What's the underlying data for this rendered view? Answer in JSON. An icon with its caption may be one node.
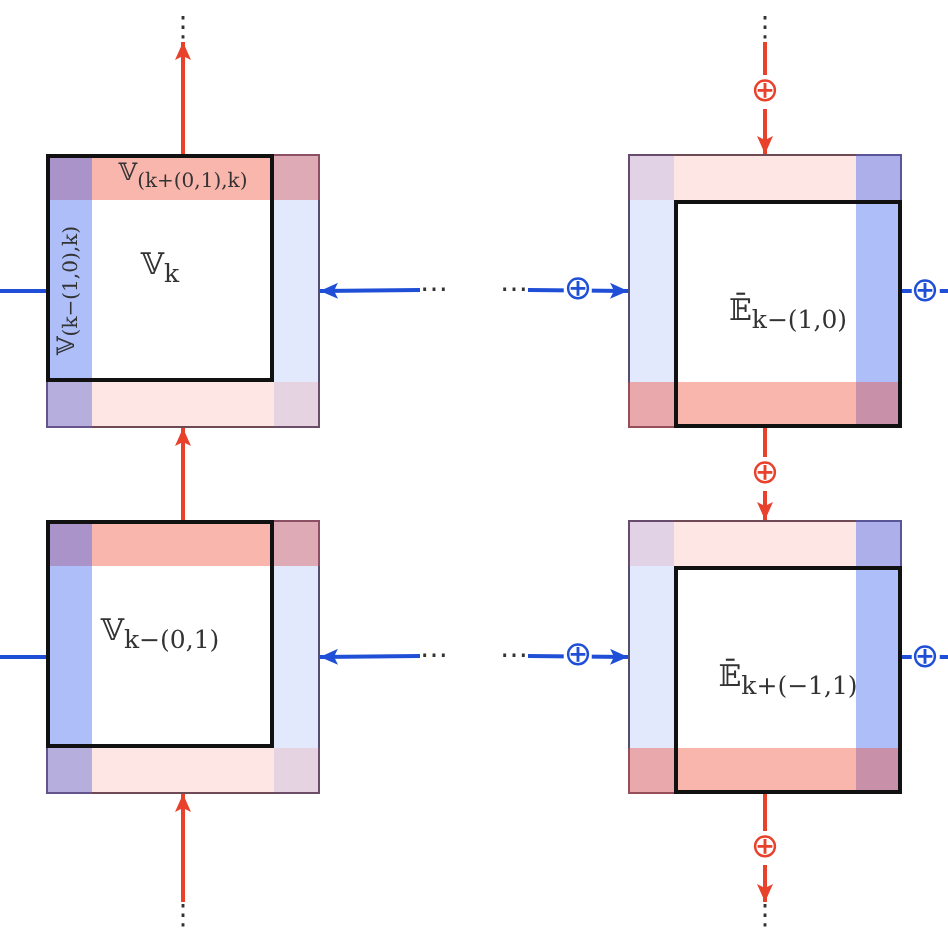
{
  "diagram": {
    "nodes": [
      {
        "text": [],
        "shape": "box"
      },
      {
        "text": [
          "𝕍$_{(k+(0,1),k)}$"
        ],
        "in": 0
      },
      {
        "text": [
          "𝕍$_{(k−(1,0),k)}$"
        ],
        "in": 0
      },
      {
        "text": [
          "𝕍$_{k}$"
        ],
        "in": 0
      },
      {
        "text": [],
        "shape": "bar",
        "in": 0
      },
      {
        "text": [],
        "shape": "bar",
        "in": 0
      },
      {
        "text": [],
        "shape": "box"
      },
      {
        "text": [],
        "shape": "bar",
        "in": 6
      },
      {
        "text": [],
        "shape": "bar",
        "in": 6
      },
      {
        "text": [
          "𝔼̄$_{k−(1,0)}$"
        ],
        "in": 6
      },
      {
        "text": [],
        "shape": "bar",
        "in": 6
      },
      {
        "text": [],
        "shape": "bar",
        "in": 6
      },
      {
        "text": [],
        "shape": "box"
      },
      {
        "text": [],
        "shape": "bar",
        "in": 12
      },
      {
        "text": [],
        "shape": "bar",
        "in": 12
      },
      {
        "text": [
          "𝕍$_{k−(0,1)}$"
        ],
        "in": 12
      },
      {
        "text": [],
        "shape": "bar",
        "in": 12
      },
      {
        "text": [],
        "shape": "bar",
        "in": 12
      },
      {
        "text": [],
        "shape": "box"
      },
      {
        "text": [],
        "shape": "bar",
        "in": 18
      },
      {
        "text": [],
        "shape": "bar",
        "in": 18
      },
      {
        "text": [
          "𝔼̄$_{k+(−1,1)}$"
        ],
        "in": 18
      },
      {
        "text": [],
        "shape": "bar",
        "in": 18
      },
      {
        "text": [],
        "shape": "bar",
        "in": 18
      },
      {
        "text": [
          "⋮"
        ]
      },
      {
        "text": [
          "⋮"
        ]
      },
      {
        "text": [
          "⋯"
        ]
      },
      {
        "text": [
          "⋯"
        ]
      },
      {
        "text": [
          "⋯"
        ]
      },
      {
        "text": [
          "⋯"
        ]
      },
      {
        "text": [
          "⋮"
        ]
      },
      {
        "text": [
          "⋮"
        ]
      }
    ],
    "edges": [
      {
        "from": 0,
        "to": 24,
        "arrow": "to",
        "color": "#e8412c"
      },
      {
        "from": 0,
        "to": null,
        "arrow": "none",
        "color": "#1f4fd6"
      },
      {
        "from": 26,
        "to": 0,
        "arrow": "to",
        "color": "#1f4fd6"
      },
      {
        "from": 12,
        "to": 0,
        "arrow": "to",
        "color": "#e8412c"
      },
      {
        "from": 25,
        "to": 6,
        "arrow": "to",
        "label": "⊕",
        "color": "#e8412c"
      },
      {
        "from": 27,
        "to": 6,
        "arrow": "to",
        "label": "⊕",
        "color": "#1f4fd6"
      },
      {
        "from": 6,
        "to": null,
        "arrow": "none",
        "label": "⊕",
        "color": "#1f4fd6"
      },
      {
        "from": 6,
        "to": 18,
        "arrow": "to",
        "label": "⊕",
        "color": "#e8412c"
      },
      {
        "from": 12,
        "to": null,
        "arrow": "none",
        "color": "#1f4fd6"
      },
      {
        "from": 28,
        "to": 12,
        "arrow": "to",
        "color": "#1f4fd6"
      },
      {
        "from": 30,
        "to": 12,
        "arrow": "to",
        "color": "#e8412c"
      },
      {
        "from": 29,
        "to": 18,
        "arrow": "to",
        "label": "⊕",
        "color": "#1f4fd6"
      },
      {
        "from": 18,
        "to": null,
        "arrow": "none",
        "label": "⊕",
        "color": "#1f4fd6"
      },
      {
        "from": 18,
        "to": 31,
        "arrow": "to",
        "label": "⊕",
        "color": "#e8412c"
      }
    ]
  }
}
